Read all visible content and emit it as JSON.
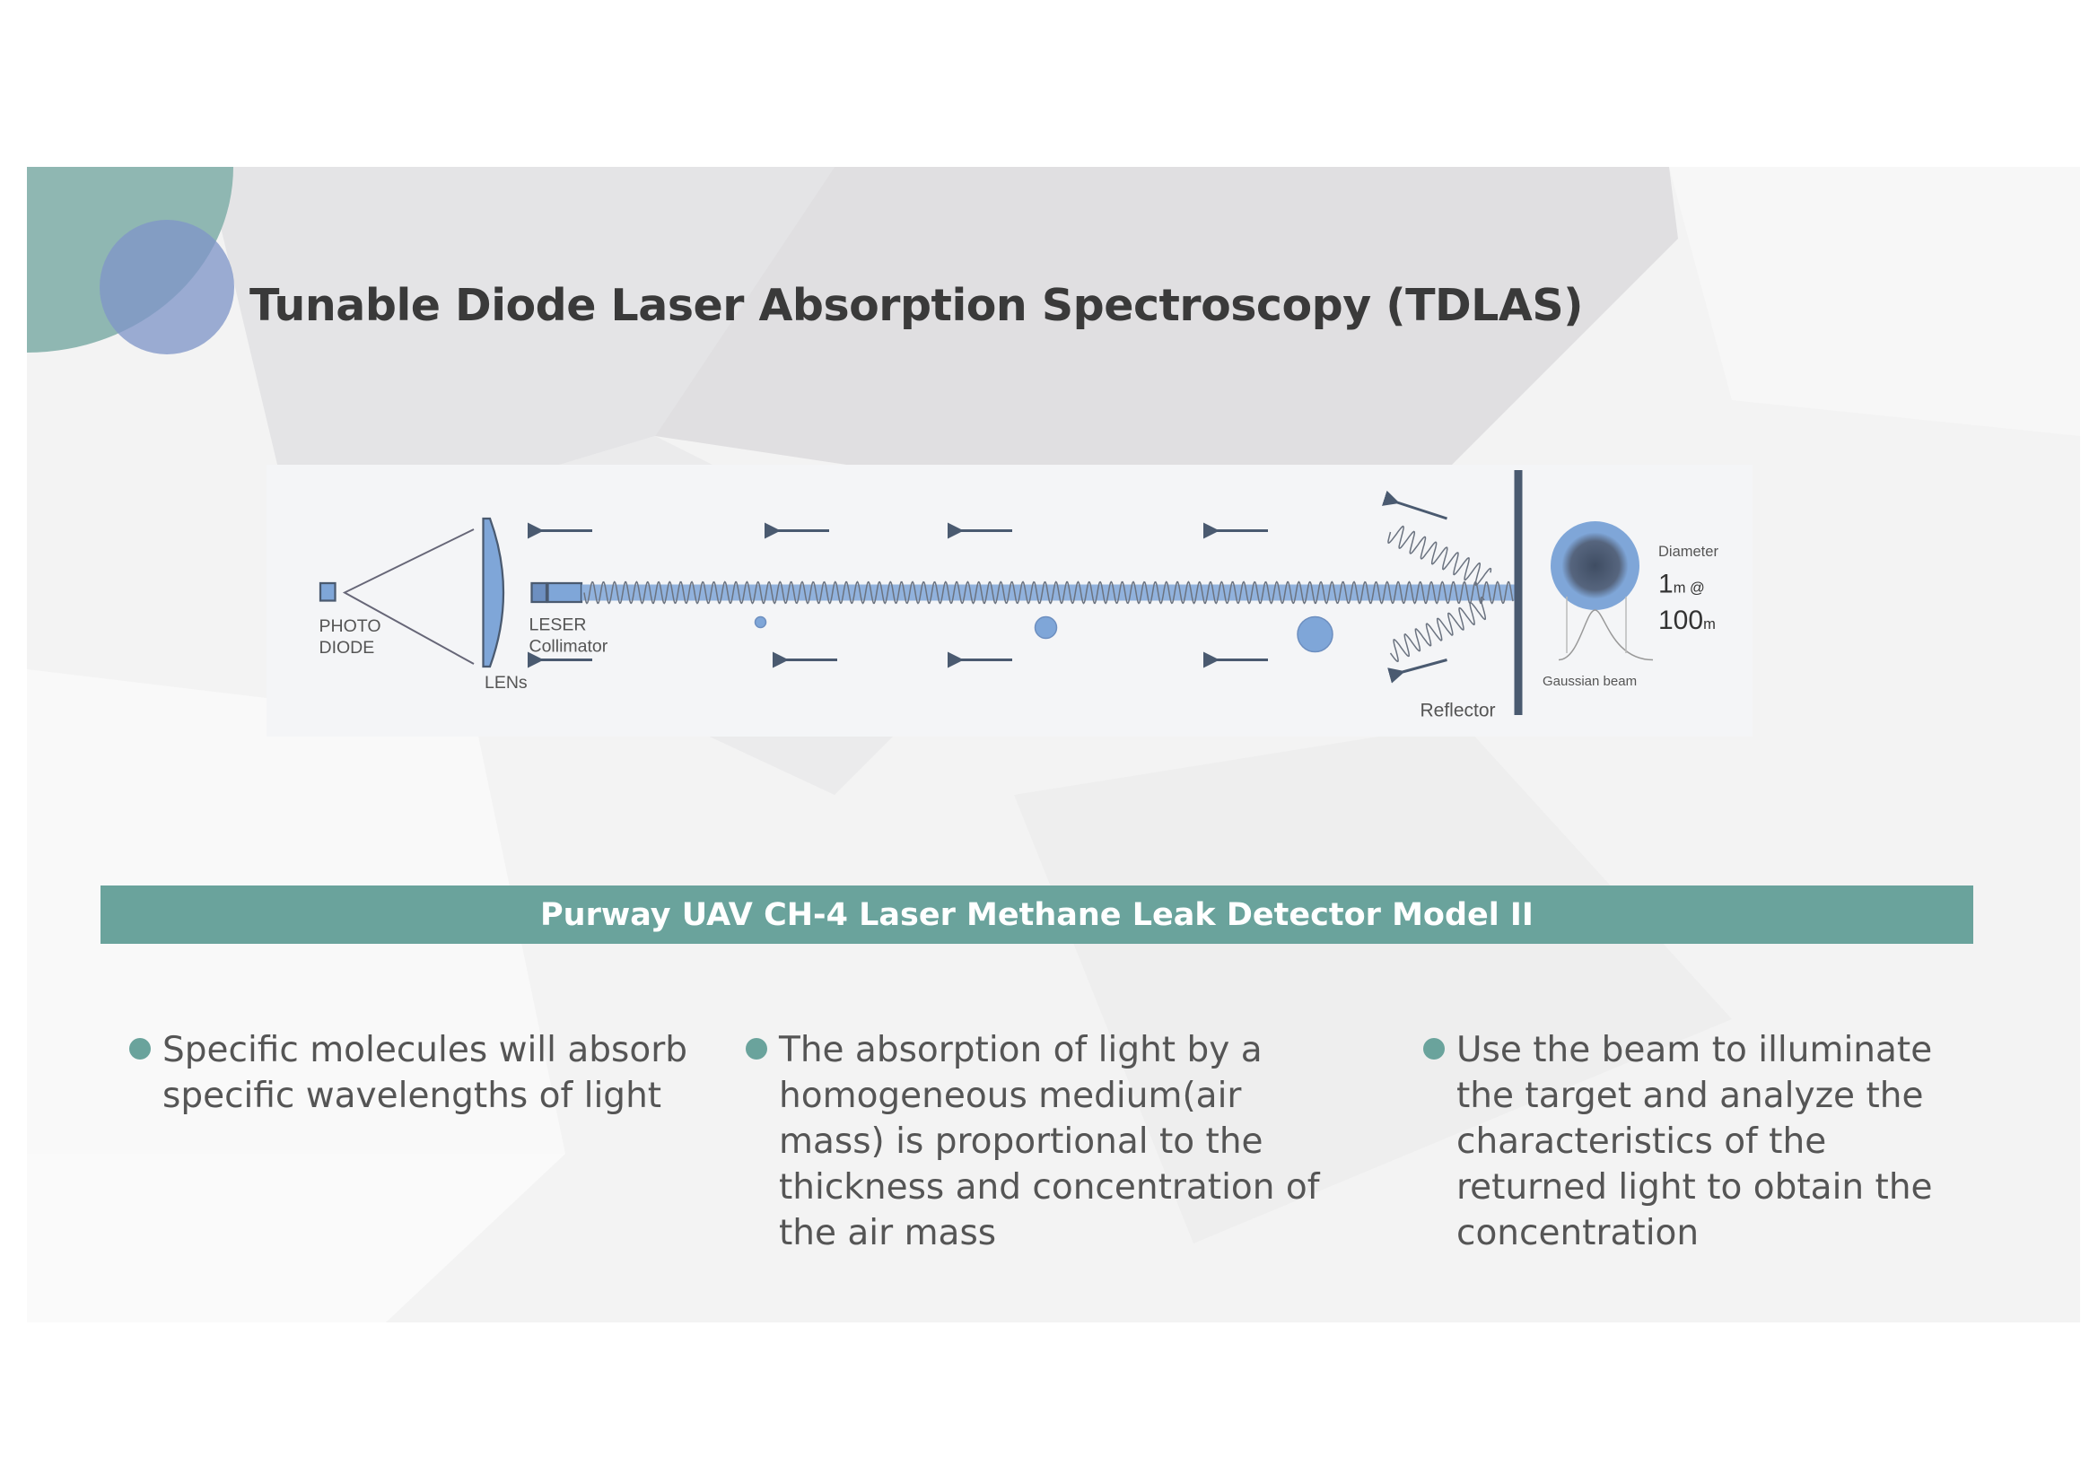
{
  "title": "Tunable Diode Laser Absorption Spectroscopy (TDLAS)",
  "diagram": {
    "photo_diode": [
      "PHOTO",
      "DIODE"
    ],
    "lens": "LENs",
    "laser": [
      "LESER",
      "Collimator"
    ],
    "reflector": "Reflector",
    "gaussian_beam": "Gaussian beam",
    "diameter_label": "Diameter",
    "diameter_value": "1",
    "diameter_unit": "m @",
    "distance_value": "100",
    "distance_unit": "m"
  },
  "banner": "Purway UAV CH-4 Laser Methane Leak Detector Model II",
  "bullets": [
    "Specific molecules will absorb specific wavelengths of light",
    "The absorption of light by a homogeneous medium(air mass) is proportional to the thickness and concentration of the air mass",
    "Use the beam to illuminate the target and analyze the characteristics of the returned light to obtain the concentration"
  ],
  "colors": {
    "accent_teal": "#6aa39c",
    "beam_blue": "#7fa6d8",
    "dark": "#4a5a70"
  }
}
